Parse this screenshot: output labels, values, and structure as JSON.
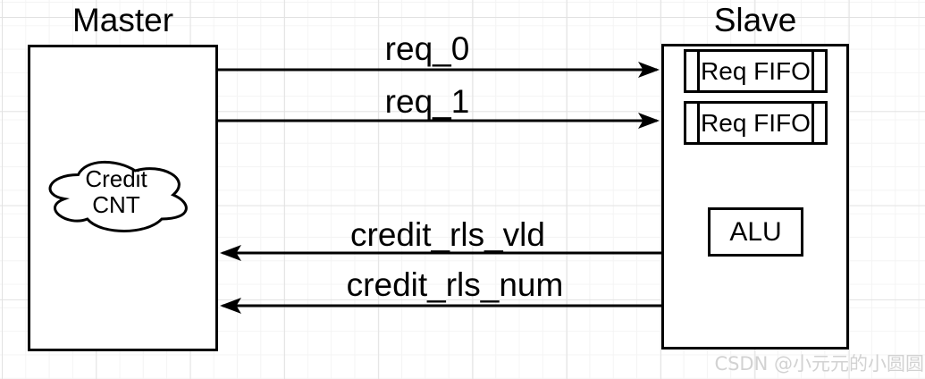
{
  "diagram": {
    "master": {
      "title": "Master",
      "cloud": {
        "line1": "Credit",
        "line2": "CNT"
      }
    },
    "slave": {
      "title": "Slave",
      "fifos": [
        "Req FIFO",
        "Req FIFO"
      ],
      "alu": "ALU"
    },
    "signals": [
      {
        "label": "req_0",
        "from": "Master",
        "to": "Slave",
        "direction": "right"
      },
      {
        "label": "req_1",
        "from": "Master",
        "to": "Slave",
        "direction": "right"
      },
      {
        "label": "credit_rls_vld",
        "from": "Slave",
        "to": "Master",
        "direction": "left"
      },
      {
        "label": "credit_rls_num",
        "from": "Slave",
        "to": "Master",
        "direction": "left"
      }
    ]
  },
  "watermark": "CSDN @小元元的小圆圆",
  "colors": {
    "line": "#000000",
    "shape_fill": "#ffffff",
    "grid_minor": "#f4f4f4",
    "grid_major": "#e2e2e2",
    "watermark": "#d2d2d2"
  }
}
